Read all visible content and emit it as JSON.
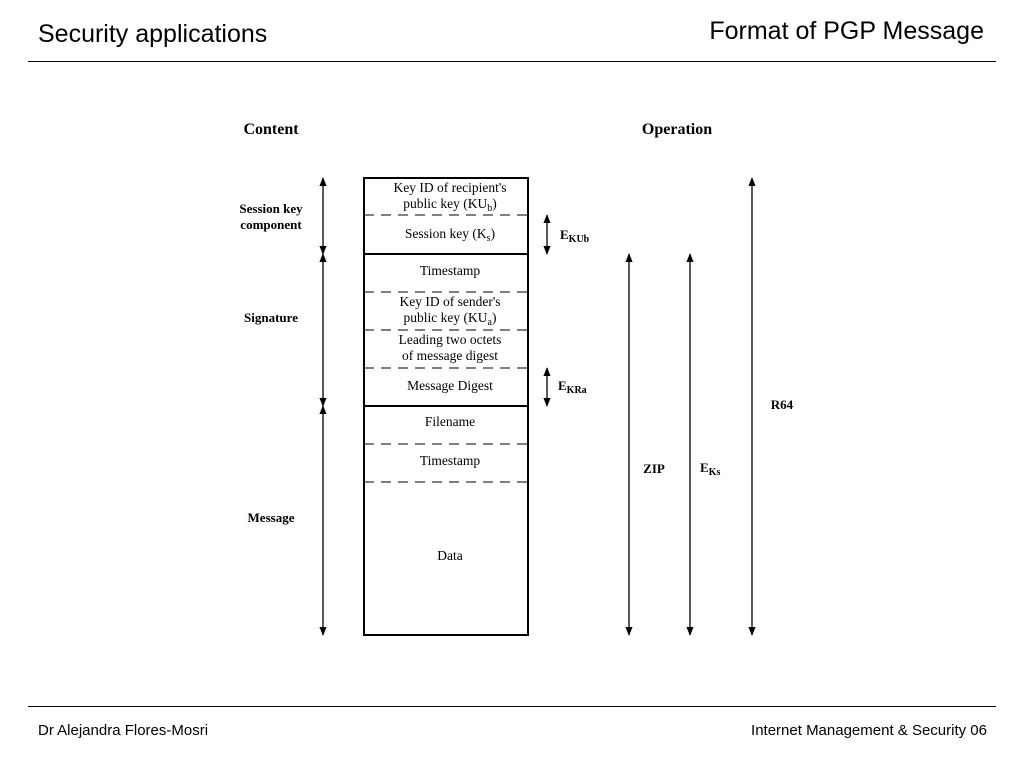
{
  "header": {
    "left_title": "Security applications",
    "right_title": "Format of PGP Message"
  },
  "footer": {
    "left": "Dr Alejandra Flores-Mosri",
    "right": "Internet Management & Security 06"
  },
  "diagram": {
    "content_heading": "Content",
    "operation_heading": "Operation",
    "sections": {
      "session_key_line1": "Session key",
      "session_key_line2": "component",
      "signature": "Signature",
      "message": "Message"
    },
    "cells": {
      "recipient_key_id_line1": "Key ID of recipient's",
      "recipient_key_id_line2": "public key (KU",
      "recipient_key_id_sub": "b",
      "session_key": "Session key (K",
      "session_key_sub": "s",
      "timestamp_sig": "Timestamp",
      "sender_key_id_line1": "Key ID of sender's",
      "sender_key_id_line2": "public key (KU",
      "sender_key_id_sub": "a",
      "leading_octets_line1": "Leading two octets",
      "leading_octets_line2": "of message digest",
      "message_digest": "Message Digest",
      "filename": "Filename",
      "timestamp_msg": "Timestamp",
      "data": "Data"
    },
    "operations": {
      "e_kub": "E",
      "e_kub_sub": "KUb",
      "e_kra": "E",
      "e_kra_sub": "KRa",
      "zip": "ZIP",
      "e_ks": "E",
      "e_ks_sub": "Ks",
      "r64": "R64"
    }
  }
}
